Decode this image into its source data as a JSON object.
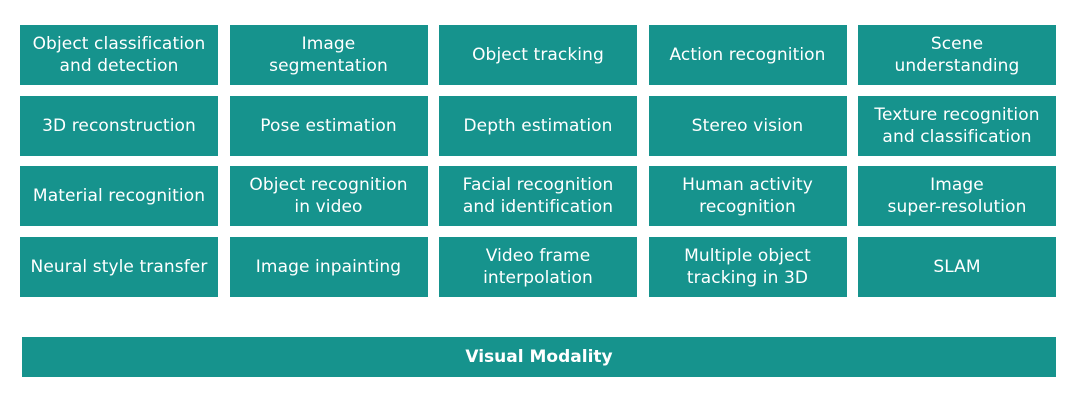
{
  "tasks": [
    "Object classification\nand detection",
    "Image\nsegmentation",
    "Object tracking",
    "Action recognition",
    "Scene\nunderstanding",
    "3D reconstruction",
    "Pose estimation",
    "Depth estimation",
    "Stereo vision",
    "Texture recognition\nand classification",
    "Material recognition",
    "Object recognition\nin video",
    "Facial recognition\nand identification",
    "Human activity\nrecognition",
    "Image\nsuper-resolution",
    "Neural style transfer",
    "Image inpainting",
    "Video frame\ninterpolation",
    "Multiple object\ntracking in 3D",
    "SLAM"
  ],
  "footer": {
    "label": "Visual Modality"
  },
  "colors": {
    "box": "#16938d",
    "text": "#ffffff"
  }
}
